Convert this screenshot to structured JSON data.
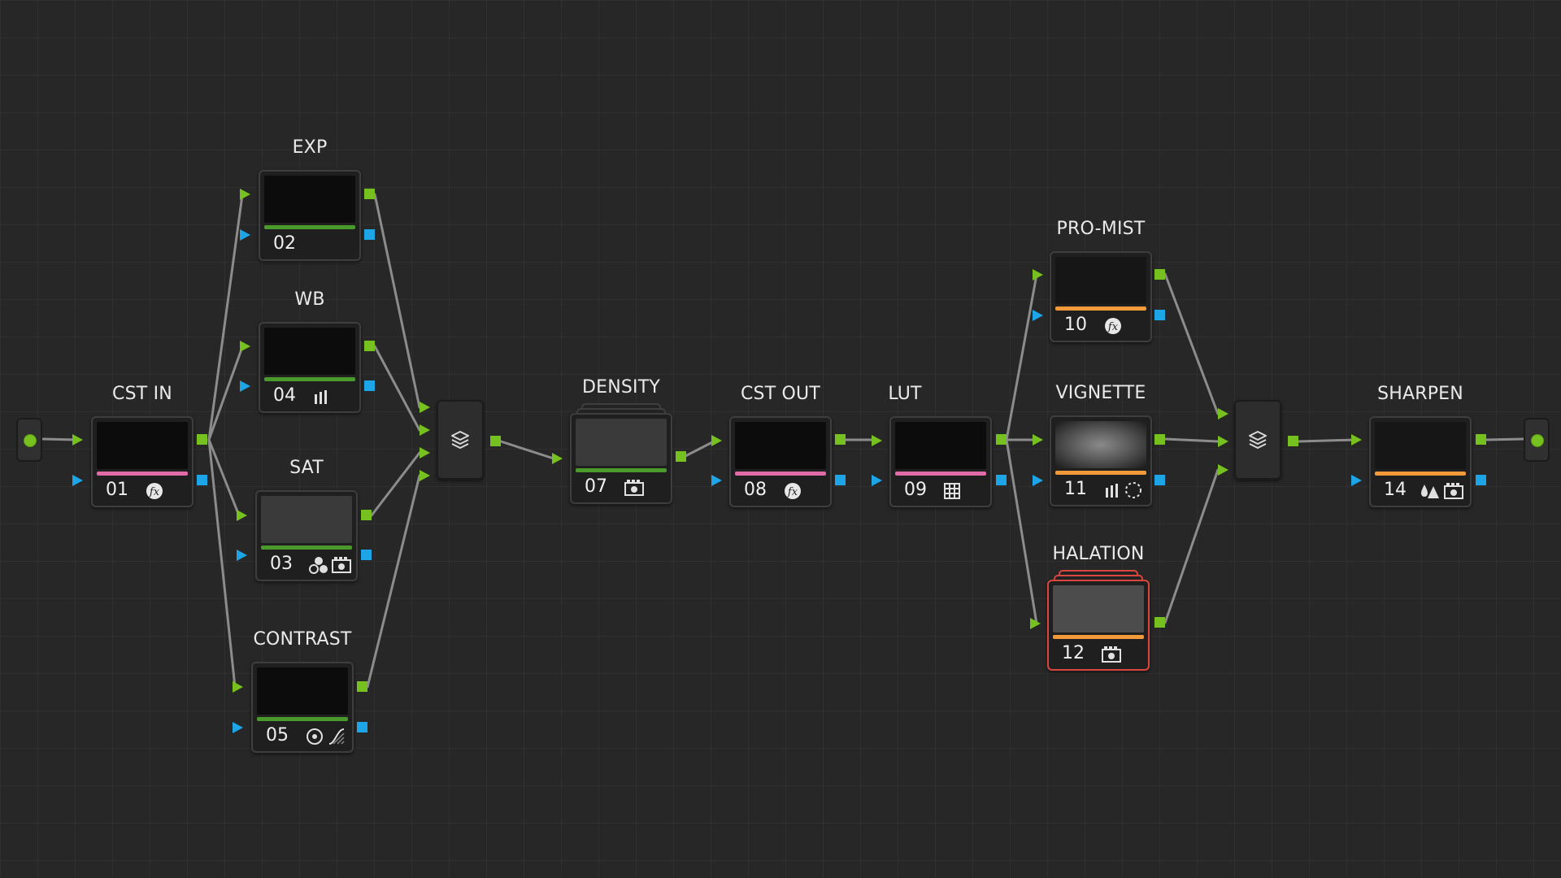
{
  "colors": {
    "background": "#272727",
    "link_green": "#76c11f",
    "key_blue": "#1ea5e8",
    "bar_pink": "#e06ba8",
    "bar_green": "#4a9a2b",
    "bar_orange": "#f29a3a",
    "selected_red": "#d9463e"
  },
  "nodes": {
    "cst_in": {
      "label": "CST IN",
      "number": "01",
      "icons": [
        "fx-icon"
      ]
    },
    "exp": {
      "label": "EXP",
      "number": "02",
      "icons": []
    },
    "wb": {
      "label": "WB",
      "number": "04",
      "icons": [
        "bars-icon"
      ]
    },
    "sat": {
      "label": "SAT",
      "number": "03",
      "icons": [
        "circles-icon",
        "camera-icon"
      ]
    },
    "contrast": {
      "label": "CONTRAST",
      "number": "05",
      "icons": [
        "target-icon",
        "curve-icon"
      ]
    },
    "density": {
      "label": "DENSITY",
      "number": "07",
      "icons": [
        "camera-icon"
      ]
    },
    "cst_out": {
      "label": "CST OUT",
      "number": "08",
      "icons": [
        "fx-icon"
      ]
    },
    "lut": {
      "label": "LUT",
      "number": "09",
      "icons": [
        "grid-icon"
      ]
    },
    "pro_mist": {
      "label": "PRO-MIST",
      "number": "10",
      "icons": [
        "fx-icon"
      ]
    },
    "vignette": {
      "label": "VIGNETTE",
      "number": "11",
      "icons": [
        "bars-icon",
        "window-icon"
      ]
    },
    "halation": {
      "label": "HALATION",
      "number": "12",
      "icons": [
        "camera-icon"
      ]
    },
    "sharpen": {
      "label": "SHARPEN",
      "number": "14",
      "icons": [
        "drop-icon",
        "camera-icon"
      ]
    }
  },
  "mixers": [
    "layer-mixer-icon",
    "layer-mixer-icon"
  ],
  "terminals": [
    "source-input",
    "timeline-output"
  ]
}
